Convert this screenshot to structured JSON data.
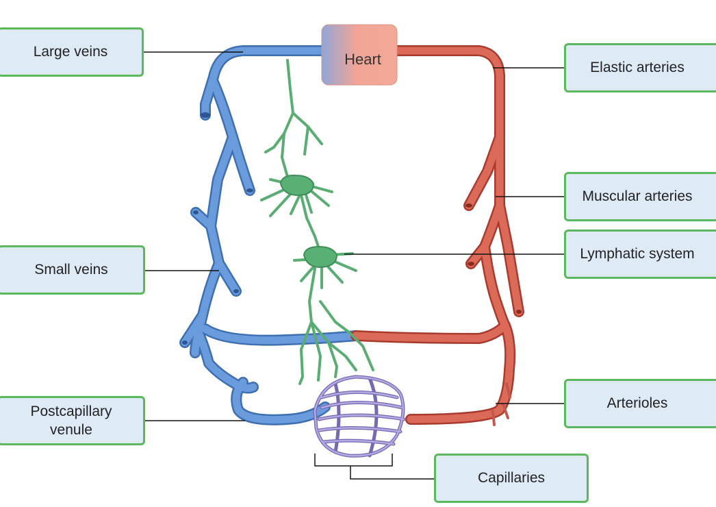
{
  "heart": {
    "label": "Heart"
  },
  "labels": {
    "large_veins": "Large veins",
    "small_veins": "Small veins",
    "postcapillary_venule": "Postcapillary venule",
    "elastic_arteries": "Elastic arteries",
    "muscular_arteries": "Muscular arteries",
    "lymphatic_system": "Lymphatic system",
    "arterioles": "Arterioles",
    "capillaries": "Capillaries"
  },
  "colors": {
    "vein": "#5b8fd0",
    "artery": "#cf5a4a",
    "lymph": "#5fb878",
    "capillary": "#8e7fc7",
    "label_fill": "#deebf7",
    "label_border": "#5cb85c"
  }
}
